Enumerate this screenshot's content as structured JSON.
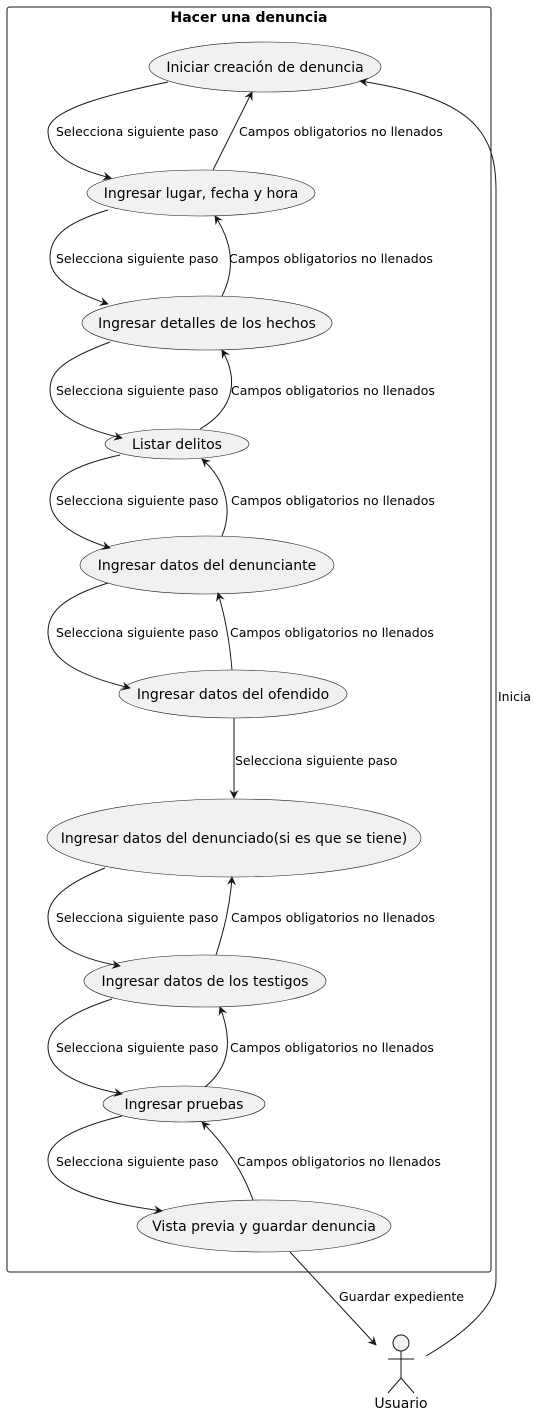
{
  "package": {
    "title": "Hacer una denuncia"
  },
  "actor": {
    "name": "Usuario"
  },
  "use_cases": [
    {
      "id": "uc1",
      "label": "Iniciar creación de denuncia"
    },
    {
      "id": "uc2",
      "label": "Ingresar lugar, fecha y hora"
    },
    {
      "id": "uc3",
      "label": "Ingresar detalles de los hechos"
    },
    {
      "id": "uc4",
      "label": "Listar delitos"
    },
    {
      "id": "uc5",
      "label": "Ingresar datos del denunciante"
    },
    {
      "id": "uc6",
      "label": "Ingresar datos del ofendido"
    },
    {
      "id": "uc7",
      "label": "Ingresar datos del denunciado(si es que se tiene)"
    },
    {
      "id": "uc8",
      "label": "Ingresar datos de los testigos"
    },
    {
      "id": "uc9",
      "label": "Ingresar pruebas"
    },
    {
      "id": "uc10",
      "label": "Vista previa y guardar denuncia"
    }
  ],
  "edges": {
    "next": "Selecciona siguiente paso",
    "back": "Campos obligatorios no llenados",
    "start": "Inicia",
    "save": "Guardar expediente"
  }
}
